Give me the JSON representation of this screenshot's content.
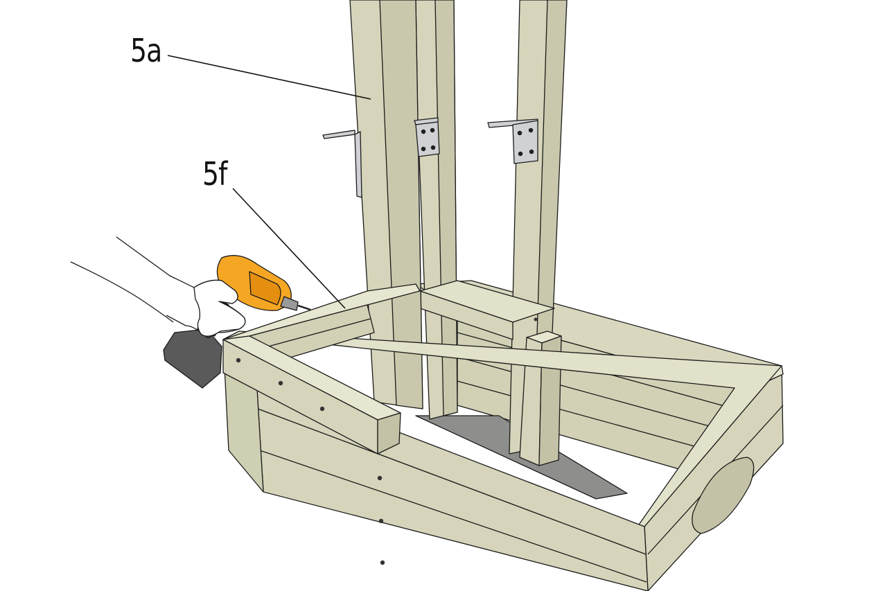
{
  "callouts": [
    {
      "id": "5a",
      "label": "5a"
    },
    {
      "id": "5f",
      "label": "5f"
    }
  ],
  "colors": {
    "wood_face": "#d6d5bb",
    "wood_light": "#e2e1c9",
    "wood_top": "#e7e6d0",
    "wood_shadow": "#c3c2a6",
    "bracket": "#cfd1d4",
    "bottom_shadow": "#8e8e8c",
    "drill_body": "#f5a623",
    "drill_dark": "#e58f10",
    "drill_battery": "#5a5a5a",
    "line": "#1a1a1a"
  }
}
